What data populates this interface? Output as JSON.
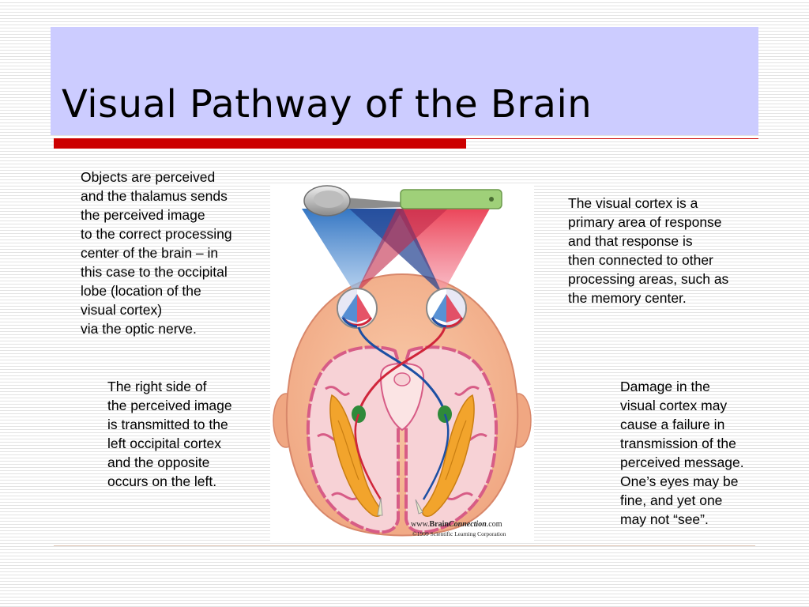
{
  "slide": {
    "title": "Visual Pathway of the Brain"
  },
  "text_blocks": {
    "perception": "Objects are perceived\nand the thalamus sends\nthe perceived image\nto the correct processing\ncenter of the brain – in\nthis case to the occipital\nlobe (location of the\nvisual cortex)\nvia the optic nerve.",
    "cortex_response": "The visual cortex is a\nprimary area of response\nand that response is\nthen connected to other\nprocessing areas, such as\nthe memory center.",
    "crossing": "The right side of\nthe perceived image\nis transmitted to the\nleft occipital cortex\nand the opposite\noccurs on the left.",
    "damage": "Damage in the\nvisual cortex may\ncause a failure in\ntransmission of the\nperceived message.\nOne’s eyes may be\nfine, and yet one\nmay not “see”."
  },
  "figure": {
    "credit_site_prefix": "www.",
    "credit_site_brain": "Brain",
    "credit_site_connection": "Connection",
    "credit_site_suffix": ".com",
    "credit_copyright": "©1999 Scientific Learning Corporation",
    "colors": {
      "head": "#f5b591",
      "skin_outline": "#d8876a",
      "brain_tissue": "#f7d2d6",
      "brain_outline": "#d75c86",
      "visual_cortex": "#f2a42c",
      "blue_pathway": "#1c4fa3",
      "red_pathway": "#d0253a",
      "lgn": "#2f8a3a"
    }
  }
}
